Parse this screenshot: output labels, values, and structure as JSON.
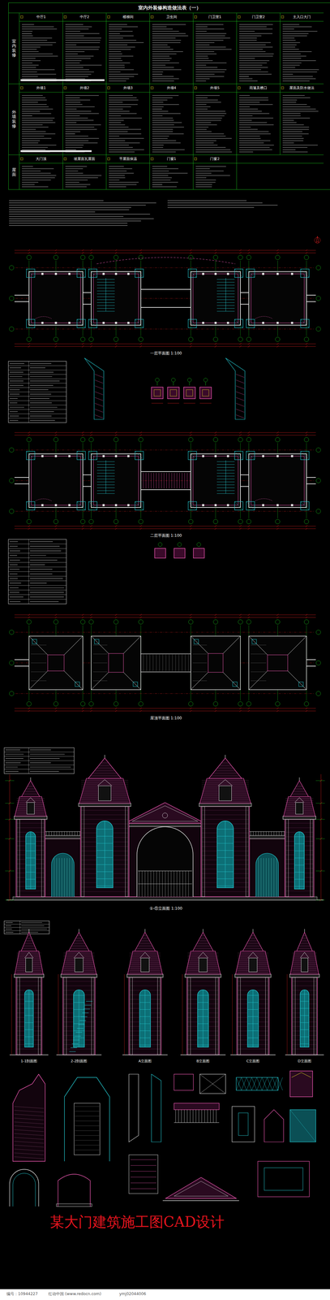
{
  "diagram": {
    "caption": "某大门建筑施工图CAD设计",
    "nodes": [
      {
        "text": [
          "室内外装修构造做法表（一）"
        ]
      }
    ],
    "labels": [
      "中厅1",
      "中厅2",
      "楼梯间",
      "卫生间",
      "门卫室1",
      "门卫室2",
      "主入口大门",
      "外墙1",
      "外墙2",
      "外墙3",
      "外墙4",
      "外墙5",
      "雨篷及檐口",
      "屋面及防水做法",
      "大门顶",
      "坡屋面瓦屋面",
      "平屋面保温",
      "门窗1",
      "门窗2",
      "室内装修",
      "外墙装修",
      "屋面",
      "一层平面图 1:100",
      "二层平面图 1:100",
      "屋顶平面图 1:100",
      "①-⑪立面图 1:100",
      "1-1剖面图",
      "2-2剖面图",
      "A立面图",
      "B立面图",
      "C立面图",
      "D立面图",
      "编号：10944227",
      "红动中国 (www.redocn.com)",
      "ymj02044006"
    ]
  }
}
